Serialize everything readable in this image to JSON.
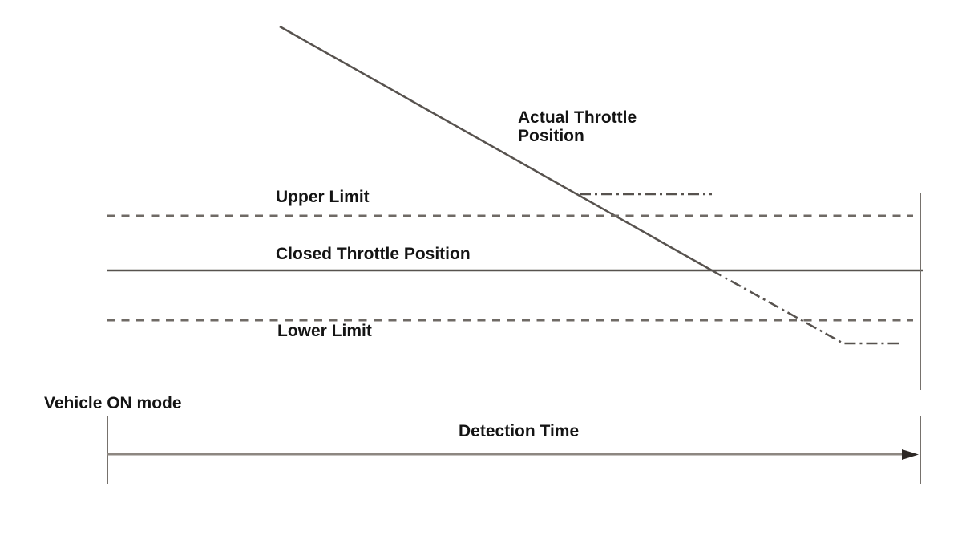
{
  "diagram": {
    "description": "Throttle position detection timing diagram",
    "labels": {
      "actual_throttle": "Actual Throttle\nPosition",
      "upper_limit": "Upper Limit",
      "closed_throttle": "Closed Throttle Position",
      "lower_limit": "Lower Limit",
      "vehicle_on_mode": "Vehicle ON mode",
      "detection_time": "Detection Time"
    },
    "colors": {
      "background": "#ffffff",
      "text": "#141414",
      "line_dark": "#57524e",
      "line_gray": "#6f6a65",
      "vertical_gray": "#76716c",
      "arrow_shaft": "#8d8781",
      "arrow_head": "#2e2926"
    },
    "lines": [
      {
        "name": "actual-throttle-solid",
        "style": "solid",
        "meaning": "Actual throttle position decreasing"
      },
      {
        "name": "actual-throttle-dashdot",
        "style": "dash-dot",
        "meaning": "Actual throttle position continuing below closed position"
      },
      {
        "name": "upper-tolerance-dashdot",
        "style": "dash-dot",
        "meaning": "Held value near upper limit"
      },
      {
        "name": "upper-limit-dashed",
        "style": "dashed",
        "meaning": "Upper limit threshold"
      },
      {
        "name": "closed-throttle-solid",
        "style": "solid",
        "meaning": "Closed throttle position reference"
      },
      {
        "name": "lower-limit-dashed",
        "style": "dashed",
        "meaning": "Lower limit threshold"
      },
      {
        "name": "detection-time-arrow",
        "style": "arrow",
        "meaning": "Detection time axis from Vehicle ON mode"
      }
    ]
  }
}
